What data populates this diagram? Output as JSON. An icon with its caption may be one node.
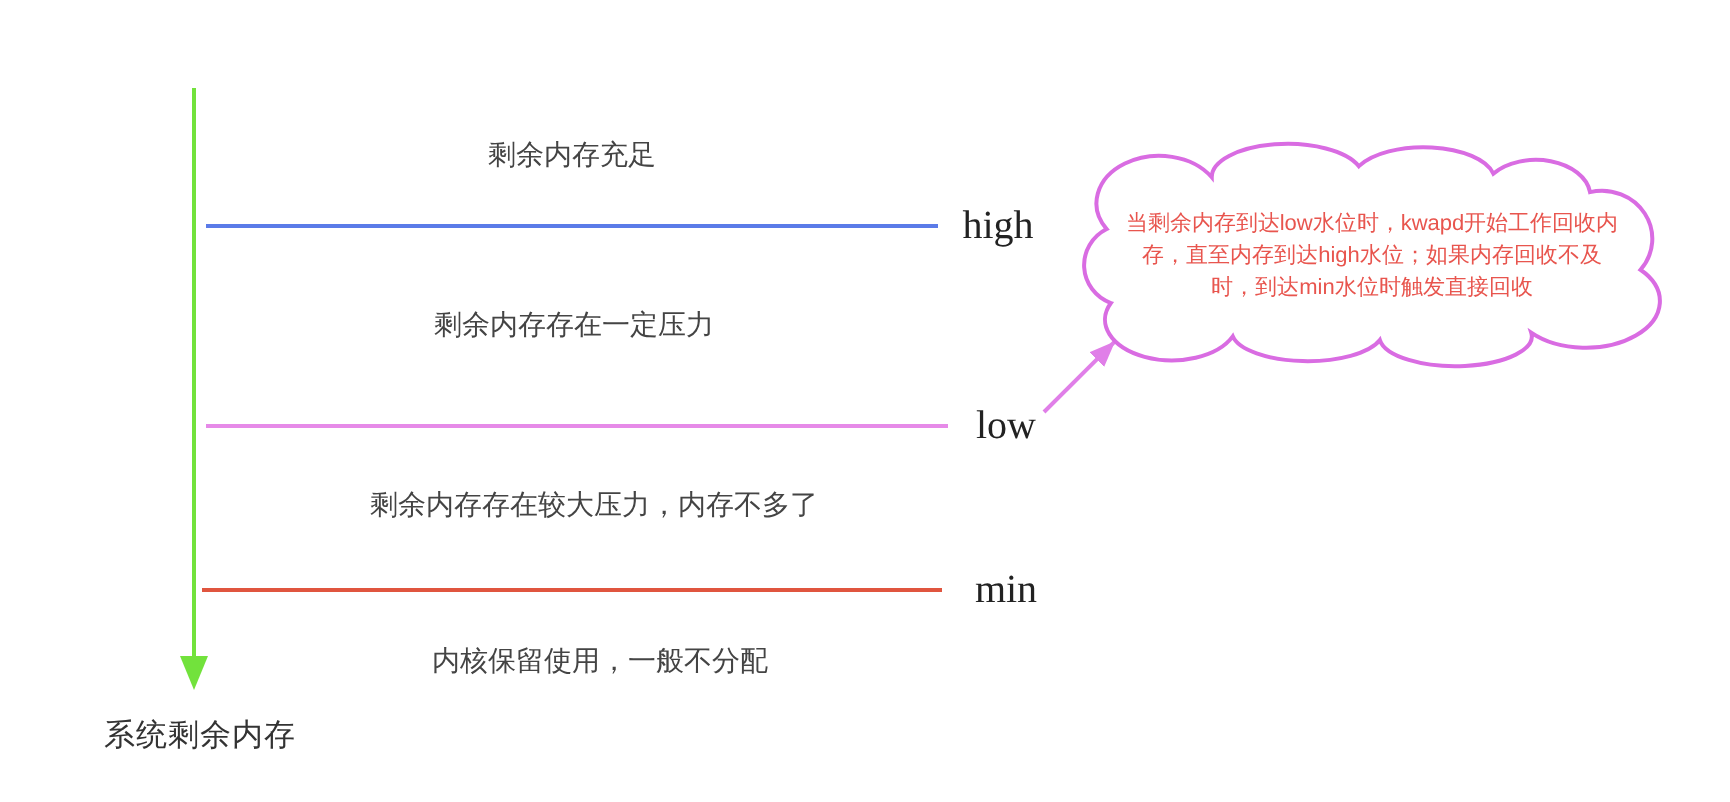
{
  "diagram": {
    "nodes": [
      {
        "text": [
          "当剩余内存到达low水位时，kwapd开始工作回收内存，直至内存到达high水位；如果内存回收不及时，到达min水位时触发直接回收"
        ]
      },
      {
        "text": [
          "low"
        ]
      }
    ],
    "edges": [
      {
        "from": 1,
        "to": 0,
        "arrow": "to"
      }
    ],
    "labels": [
      "剩余内存充足",
      "high",
      "剩余内存存在一定压力",
      "剩余内存存在较大压力，内存不多了",
      "min",
      "内核保留使用，一般不分配",
      "系统剩余内存"
    ]
  }
}
